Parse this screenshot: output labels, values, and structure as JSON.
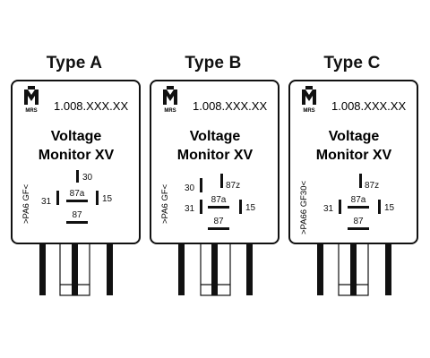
{
  "colors": {
    "stroke": "#111111",
    "fill": "#ffffff"
  },
  "relays": [
    {
      "title": "Type A",
      "logo_text": "MRS",
      "part_number": "1.008.XXX.XX",
      "product_line1": "Voltage",
      "product_line2": "Monitor XV",
      "side_label": ">PA6 GF<",
      "pins": [
        "30",
        "31",
        "87a",
        "15",
        "87"
      ]
    },
    {
      "title": "Type B",
      "logo_text": "MRS",
      "part_number": "1.008.XXX.XX",
      "product_line1": "Voltage",
      "product_line2": "Monitor XV",
      "side_label": ">PA6 GF<",
      "pins": [
        "30",
        "87z",
        "31",
        "87a",
        "15",
        "87"
      ]
    },
    {
      "title": "Type C",
      "logo_text": "MRS",
      "part_number": "1.008.XXX.XX",
      "product_line1": "Voltage",
      "product_line2": "Monitor XV",
      "side_label": ">PA66  GF30<",
      "pins": [
        "87z",
        "31",
        "87a",
        "15",
        "87"
      ]
    }
  ]
}
